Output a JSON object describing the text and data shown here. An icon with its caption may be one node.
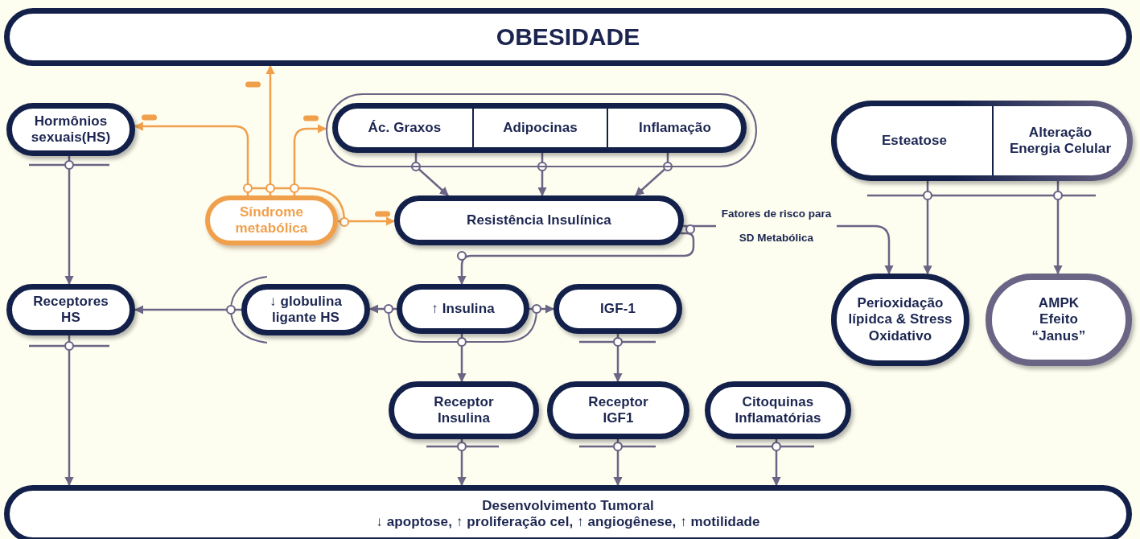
{
  "diagram": {
    "nodes": [
      {
        "text": [
          "OBESIDADE"
        ]
      },
      {
        "text": [
          "Hormônios sexuais(HS)"
        ]
      },
      {
        "text": [],
        "shape": "box"
      },
      {
        "text": [],
        "shape": "box",
        "in": 2
      },
      {
        "text": [
          "Ác. Graxos"
        ],
        "in": 3
      },
      {
        "text": [
          "Adipocinas"
        ],
        "in": 3
      },
      {
        "text": [
          "Inflamação"
        ],
        "in": 3
      },
      {
        "text": [
          "Síndrome metabólica"
        ]
      },
      {
        "text": [
          "Resistência Insulínica"
        ]
      },
      {
        "text": [],
        "shape": "box"
      },
      {
        "text": [
          "Esteatose"
        ],
        "in": 9
      },
      {
        "text": [
          "Alteração Energia Celular"
        ],
        "in": 9
      },
      {
        "text": [
          "Receptores HS"
        ]
      },
      {
        "text": [
          "↓ globulina ligante HS"
        ]
      },
      {
        "text": [
          "↑ Insulina"
        ]
      },
      {
        "text": [
          "IGF-1"
        ]
      },
      {
        "text": [
          "Perioxidação lípidca & Stress Oxidativo"
        ]
      },
      {
        "text": [
          "AMPK Efeito “Janus”"
        ]
      },
      {
        "text": [
          "Receptor Insulina"
        ]
      },
      {
        "text": [
          "Receptor IGF1"
        ]
      },
      {
        "text": [
          "Citoquinas Inflamatórias"
        ]
      },
      {
        "text": [
          "Desenvolvimento Tumoral",
          "↓ apoptose, ↑ proliferação cel, ↑ angiogênese, ↑ motilidade"
        ]
      }
    ],
    "edges": [
      {
        "from": 7,
        "to": 1,
        "arrow": "to",
        "color": "#f0a04b"
      },
      {
        "from": 7,
        "to": 0,
        "arrow": "to",
        "color": "#f0a04b"
      },
      {
        "from": 7,
        "to": 2,
        "arrow": "to",
        "color": "#f0a04b"
      },
      {
        "from": 7,
        "to": 8,
        "arrow": "to",
        "color": "#f0a04b"
      },
      {
        "from": 4,
        "to": 8,
        "arrow": "to"
      },
      {
        "from": 5,
        "to": 8,
        "arrow": "to"
      },
      {
        "from": 6,
        "to": 8,
        "arrow": "to"
      },
      {
        "from": 1,
        "to": 12,
        "arrow": "to"
      },
      {
        "from": 8,
        "to": 14,
        "arrow": "to"
      },
      {
        "from": 8,
        "to": 16,
        "arrow": "to",
        "label": "Fatores de risco para SD Metabólica"
      },
      {
        "from": 10,
        "to": 16,
        "arrow": "to"
      },
      {
        "from": 11,
        "to": 17,
        "arrow": "to"
      },
      {
        "from": 14,
        "to": 13,
        "arrow": "to"
      },
      {
        "from": 14,
        "to": 15,
        "arrow": "to"
      },
      {
        "from": 14,
        "to": 18,
        "arrow": "to"
      },
      {
        "from": 13,
        "to": 12,
        "arrow": "to"
      },
      {
        "from": 15,
        "to": 19,
        "arrow": "to"
      },
      {
        "from": 12,
        "to": 21,
        "arrow": "to"
      },
      {
        "from": 18,
        "to": 21,
        "arrow": "to"
      },
      {
        "from": 19,
        "to": 21,
        "arrow": "to"
      },
      {
        "from": 20,
        "to": 21,
        "arrow": "to"
      }
    ]
  }
}
